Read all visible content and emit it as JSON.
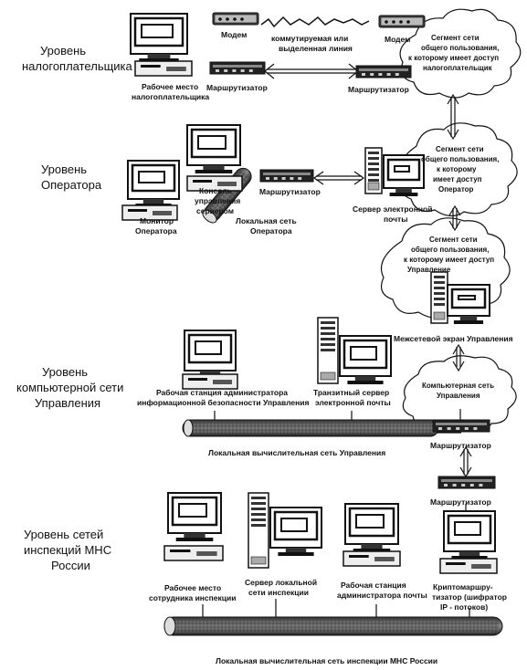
{
  "levels": {
    "taxpayer": [
      "Уровень",
      "налогоплательщика"
    ],
    "operator": [
      "Уровень",
      "Оператора"
    ],
    "department": [
      "Уровень",
      "компьютерной сети",
      "Управления"
    ],
    "inspections": [
      "Уровень сетей",
      "инспекций МНС",
      "России"
    ]
  },
  "labels": {
    "modem_left": "Модем",
    "modem_right": "Модем",
    "dialup_line": [
      "коммутируемая или",
      "выделенная линия"
    ],
    "taxpayer_workplace": [
      "Рабочее место",
      "налогоплательщика"
    ],
    "router_taxpayer_left": "Маршрутизатор",
    "router_taxpayer_right": "Маршрутизатор",
    "cloud_taxpayer": [
      "Сегмент сети",
      "общего пользования,",
      "к которому имеет доступ",
      "налогоплательщик"
    ],
    "operator_console": [
      "Консоль",
      "управления",
      "сервером"
    ],
    "operator_monitor": [
      "Монитор",
      "Оператора"
    ],
    "operator_lan": [
      "Локальная сеть",
      "Оператора"
    ],
    "router_operator": "Маршрутизатор",
    "mail_server": [
      "Сервер электронной",
      "почты"
    ],
    "cloud_operator": [
      "Сегмент сети",
      "общего пользования,",
      "к которому",
      "имеет доступ",
      "Оператор"
    ],
    "cloud_department": [
      "Сегмент сети",
      "общего пользования,",
      "к которому имеет доступ",
      "Управление"
    ],
    "firewall": "Межсетевой экран Управления",
    "security_admin": [
      "Рабочая станция  администратора",
      "информационной безопасности  Управления"
    ],
    "transit_server": [
      "Транзитный сервер",
      "электронной почты"
    ],
    "cloud_dept_network": [
      "Компьютерная сеть",
      "Управления"
    ],
    "router_department": "Маршрутизатор",
    "department_lan": "Локальная вычислительная сеть Управления",
    "router_inspection": "Маршрутизатор",
    "inspection_employee": [
      "Рабочее место",
      "сотрудника инспекции"
    ],
    "inspection_server": [
      "Сервер локальной",
      "сети инспекции"
    ],
    "mail_admin": [
      "Рабочая станция",
      "администратора почты"
    ],
    "crypto_router": [
      "Криптомаршру-",
      "тизатор (шифратор",
      "IP - потоков)"
    ],
    "inspection_lan": "Локальная вычислительная сеть  инспекции  МНС России"
  }
}
